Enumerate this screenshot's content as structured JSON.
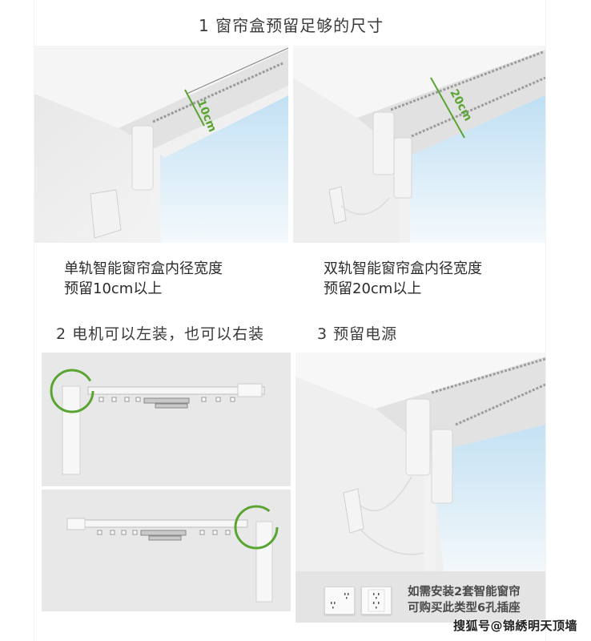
{
  "sections": {
    "s1": {
      "title": "1 窗帘盒预留足够的尺寸",
      "single_rail": {
        "measure_label": "10cm",
        "caption_line1": "单轨智能窗帘盒内径宽度",
        "caption_line2": "预留10cm以上"
      },
      "double_rail": {
        "measure_label": "20cm",
        "caption_line1": "双轨智能窗帘盒内径宽度",
        "caption_line2": "预留20cm以上"
      }
    },
    "s2": {
      "title": "2 电机可以左装，也可以右装",
      "diagrams": [
        {
          "motor_side": "left"
        },
        {
          "motor_side": "right"
        }
      ]
    },
    "s3": {
      "title": "3 预留电源",
      "note_line1": "如需安装2套智能窗帘",
      "note_line2": "可购买此类型6孔插座"
    }
  },
  "colors": {
    "accent_green": "#5aa532",
    "sky_blue": "#cfe6f5"
  },
  "watermark": "搜狐号@锦綉明天顶墙"
}
